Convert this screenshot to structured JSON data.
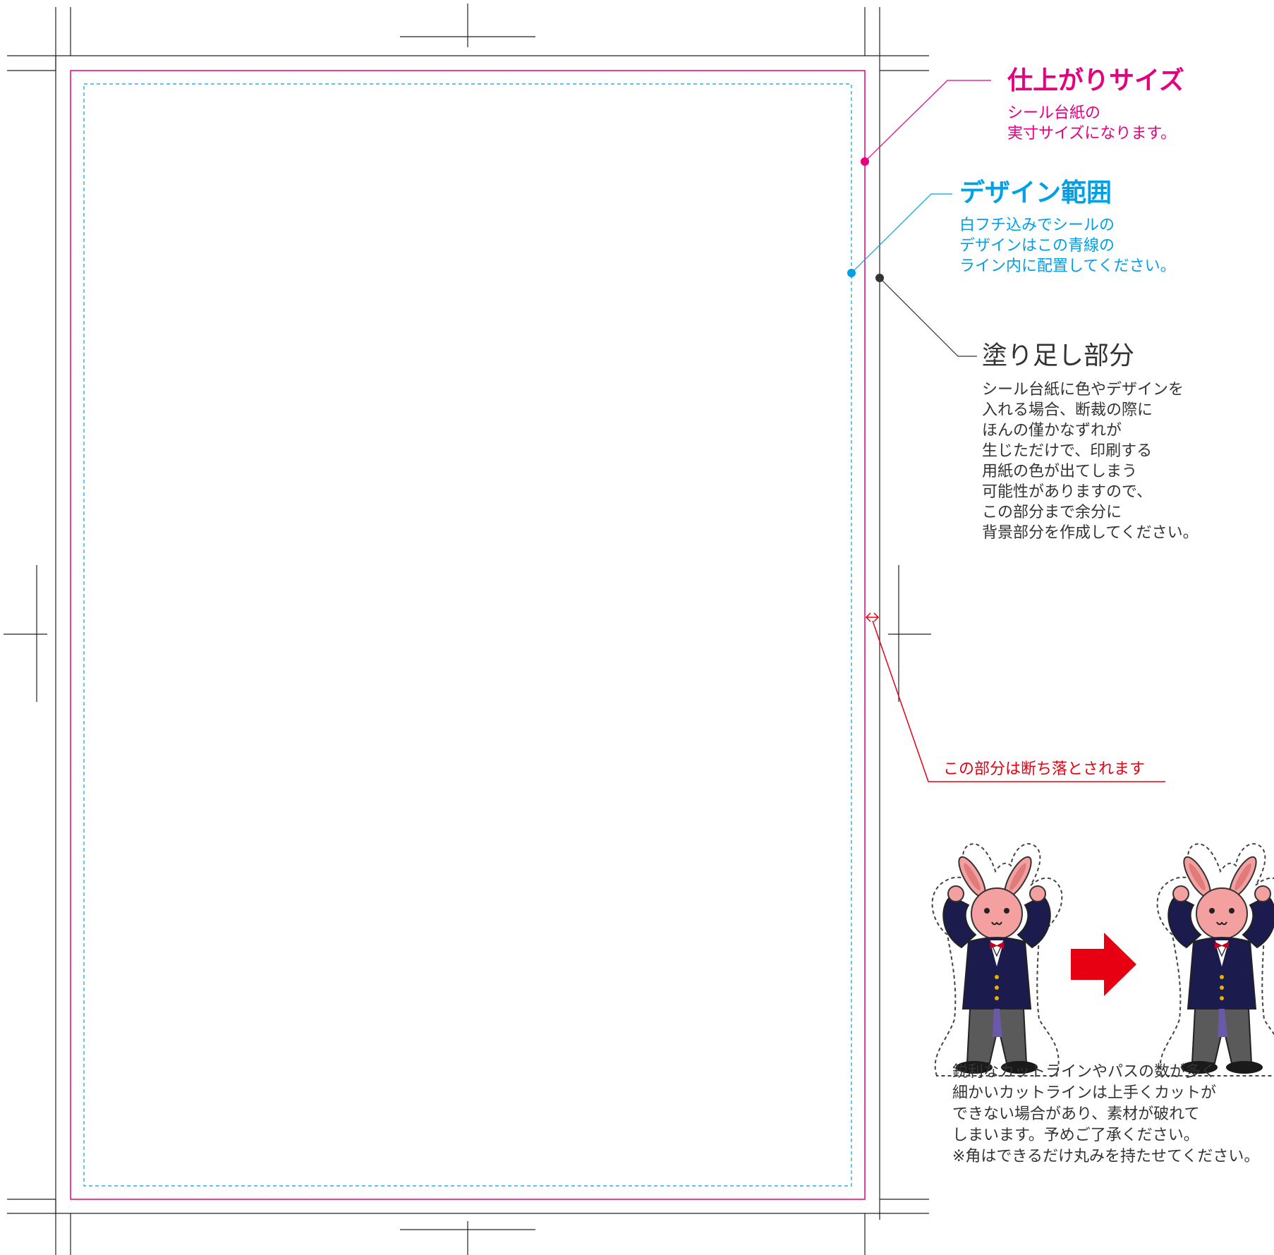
{
  "colors": {
    "trim": "#e4007f",
    "design": "#00a0e9",
    "bleed": "#333333",
    "cutoff": "#e60012"
  },
  "labels": {
    "trim": {
      "title": "仕上がりサイズ",
      "desc": [
        "シール台紙の",
        "実寸サイズになります。"
      ]
    },
    "design": {
      "title": "デザイン範囲",
      "desc": [
        "白フチ込みでシールの",
        "デザインはこの青線の",
        "ライン内に配置してください。"
      ]
    },
    "bleed": {
      "title": "塗り足し部分",
      "desc": [
        "シール台紙に色やデザインを",
        "入れる場合、断裁の際に",
        "ほんの僅かなずれが",
        "生じただけで、印刷する",
        "用紙の色が出てしまう",
        "可能性がありますので、",
        "この部分まで余分に",
        "背景部分を作成してください。"
      ]
    },
    "cutoff": "この部分は断ち落とされます",
    "note": [
      "鋭利なカットラインやパスの数が多く",
      "細かいカットラインは上手くカットが",
      "できない場合があり、素材が破れて",
      "しまいます。予めご了承ください。",
      "※角はできるだけ丸みを持たせてください。"
    ]
  },
  "icons": [
    "crop-mark-icon",
    "rabbit-sticker-icon",
    "arrow-right-icon"
  ]
}
